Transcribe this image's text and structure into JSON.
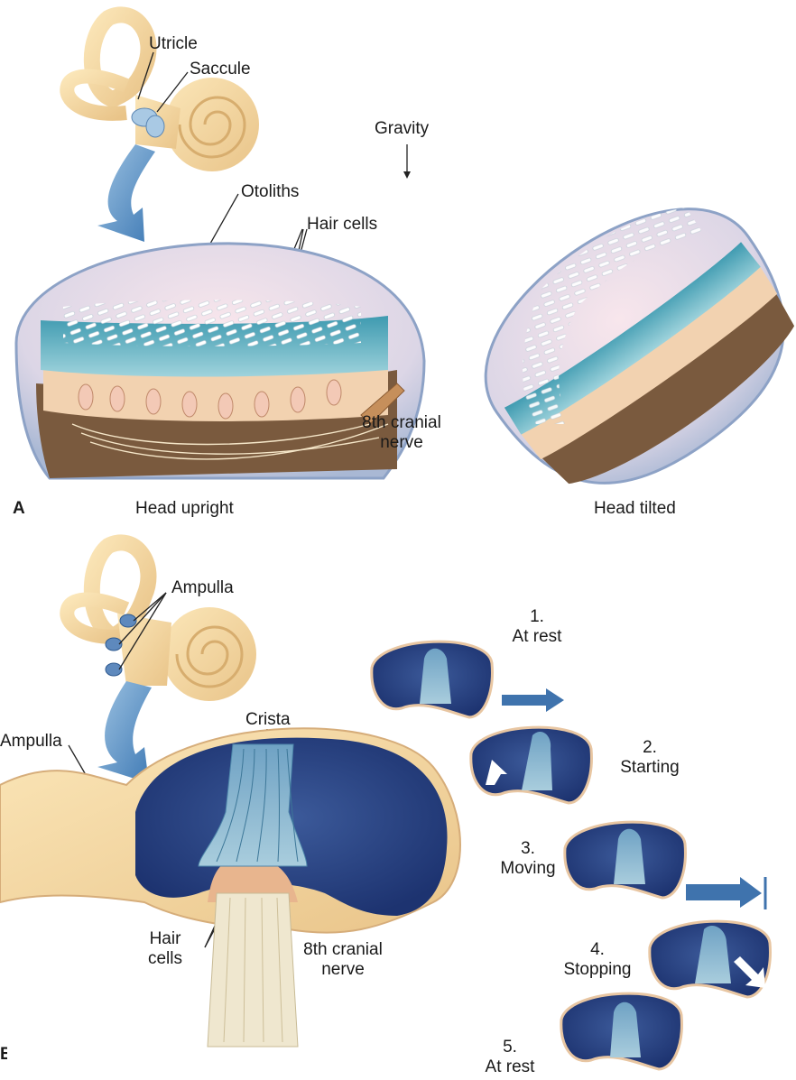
{
  "panel_a": {
    "letter": "A",
    "labels": {
      "utricle": "Utricle",
      "saccule": "Saccule",
      "gravity": "Gravity",
      "otoliths": "Otoliths",
      "hair_cells": "Hair cells",
      "nerve_line1": "8th cranial",
      "nerve_line2": "nerve",
      "head_upright": "Head upright",
      "head_tilted": "Head tilted"
    }
  },
  "panel_b": {
    "letter": "B",
    "labels": {
      "ampulla_top": "Ampulla",
      "ampulla_left": "Ampulla",
      "crista": "Crista",
      "hair_line1": "Hair",
      "hair_line2": "cells",
      "nerve_line1": "8th cranial",
      "nerve_line2": "nerve"
    },
    "sequence": [
      {
        "num": "1.",
        "text": "At rest"
      },
      {
        "num": "2.",
        "text": "Starting"
      },
      {
        "num": "3.",
        "text": "Moving"
      },
      {
        "num": "4.",
        "text": "Stopping"
      },
      {
        "num": "5.",
        "text": "At rest"
      }
    ]
  }
}
